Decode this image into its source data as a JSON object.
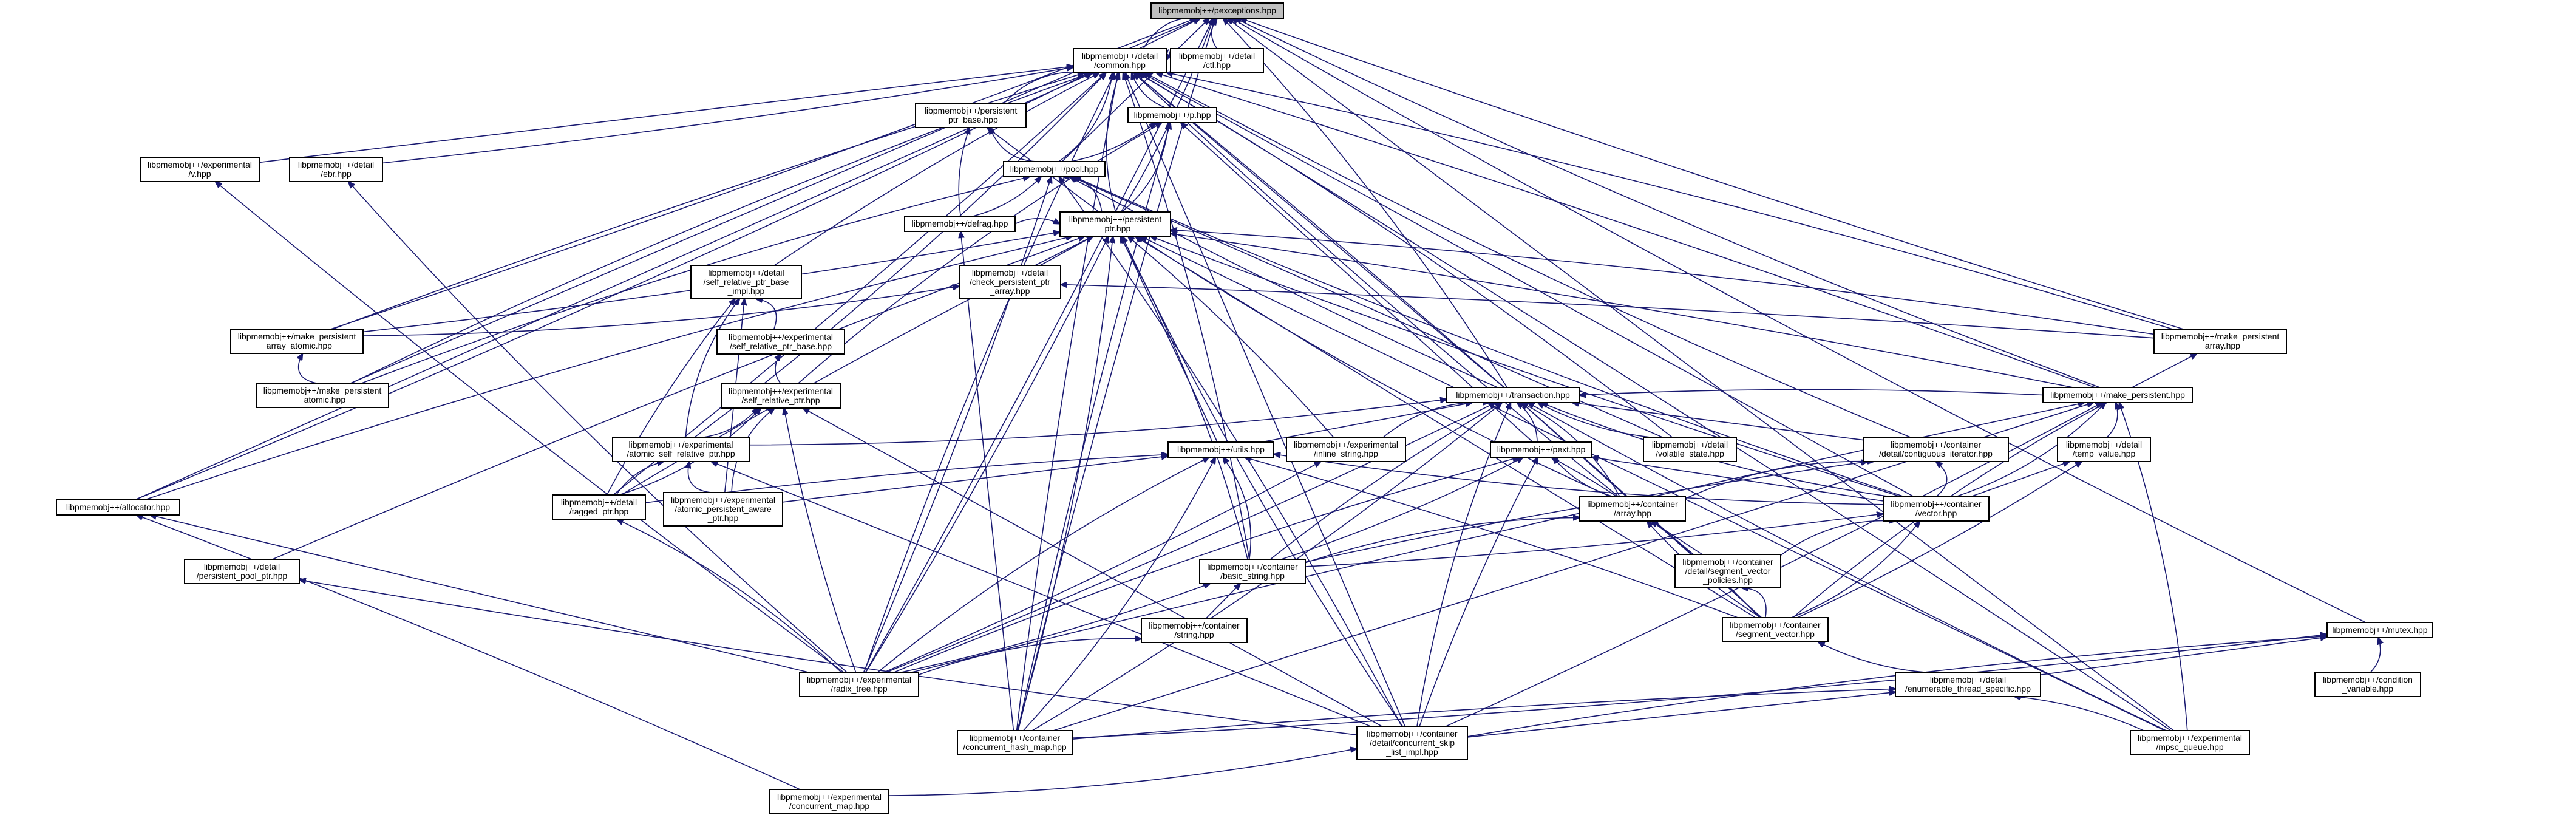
{
  "graph": {
    "title": "libpmemobj++/pexceptions.hpp include dependency graph",
    "edge_color": "#191970",
    "root_fill": "#bfbfbf",
    "node_fill": "#ffffff",
    "nodes": [
      {
        "id": "pexceptions",
        "label": [
          "libpmemobj++/pexceptions.hpp"
        ],
        "root": true
      },
      {
        "id": "common",
        "label": [
          "libpmemobj++/detail",
          "/common.hpp"
        ]
      },
      {
        "id": "ctl",
        "label": [
          "libpmemobj++/detail",
          "/ctl.hpp"
        ]
      },
      {
        "id": "persistent_ptr_base",
        "label": [
          "libpmemobj++/persistent",
          "_ptr_base.hpp"
        ]
      },
      {
        "id": "p",
        "label": [
          "libpmemobj++/p.hpp"
        ]
      },
      {
        "id": "v",
        "label": [
          "libpmemobj++/experimental",
          "/v.hpp"
        ]
      },
      {
        "id": "ebr",
        "label": [
          "libpmemobj++/detail",
          "/ebr.hpp"
        ]
      },
      {
        "id": "pool",
        "label": [
          "libpmemobj++/pool.hpp"
        ]
      },
      {
        "id": "defrag",
        "label": [
          "libpmemobj++/defrag.hpp"
        ]
      },
      {
        "id": "persistent_ptr",
        "label": [
          "libpmemobj++/persistent",
          "_ptr.hpp"
        ]
      },
      {
        "id": "self_relative_ptr_base_impl",
        "label": [
          "libpmemobj++/detail",
          "/self_relative_ptr_base",
          "_impl.hpp"
        ]
      },
      {
        "id": "check_persistent_ptr_array",
        "label": [
          "libpmemobj++/detail",
          "/check_persistent_ptr",
          "_array.hpp"
        ]
      },
      {
        "id": "make_persistent_array_atomic",
        "label": [
          "libpmemobj++/make_persistent",
          "_array_atomic.hpp"
        ]
      },
      {
        "id": "self_relative_ptr_base",
        "label": [
          "libpmemobj++/experimental",
          "/self_relative_ptr_base.hpp"
        ]
      },
      {
        "id": "make_persistent_array",
        "label": [
          "libpmemobj++/make_persistent",
          "_array.hpp"
        ]
      },
      {
        "id": "make_persistent_atomic",
        "label": [
          "libpmemobj++/make_persistent",
          "_atomic.hpp"
        ]
      },
      {
        "id": "self_relative_ptr",
        "label": [
          "libpmemobj++/experimental",
          "/self_relative_ptr.hpp"
        ]
      },
      {
        "id": "transaction",
        "label": [
          "libpmemobj++/transaction.hpp"
        ]
      },
      {
        "id": "make_persistent",
        "label": [
          "libpmemobj++/make_persistent.hpp"
        ]
      },
      {
        "id": "atomic_self_relative_ptr",
        "label": [
          "libpmemobj++/experimental",
          "/atomic_self_relative_ptr.hpp"
        ]
      },
      {
        "id": "inline_string",
        "label": [
          "libpmemobj++/experimental",
          "/inline_string.hpp"
        ]
      },
      {
        "id": "volatile_state",
        "label": [
          "libpmemobj++/detail",
          "/volatile_state.hpp"
        ]
      },
      {
        "id": "contiguous_iterator",
        "label": [
          "libpmemobj++/container",
          "/detail/contiguous_iterator.hpp"
        ]
      },
      {
        "id": "temp_value",
        "label": [
          "libpmemobj++/detail",
          "/temp_value.hpp"
        ]
      },
      {
        "id": "utils",
        "label": [
          "libpmemobj++/utils.hpp"
        ]
      },
      {
        "id": "pext",
        "label": [
          "libpmemobj++/pext.hpp"
        ]
      },
      {
        "id": "allocator",
        "label": [
          "libpmemobj++/allocator.hpp"
        ]
      },
      {
        "id": "tagged_ptr",
        "label": [
          "libpmemobj++/detail",
          "/tagged_ptr.hpp"
        ]
      },
      {
        "id": "atomic_persistent_aware_ptr",
        "label": [
          "libpmemobj++/experimental",
          "/atomic_persistent_aware",
          "_ptr.hpp"
        ]
      },
      {
        "id": "array",
        "label": [
          "libpmemobj++/container",
          "/array.hpp"
        ]
      },
      {
        "id": "vector",
        "label": [
          "libpmemobj++/container",
          "/vector.hpp"
        ]
      },
      {
        "id": "persistent_pool_ptr",
        "label": [
          "libpmemobj++/detail",
          "/persistent_pool_ptr.hpp"
        ]
      },
      {
        "id": "basic_string",
        "label": [
          "libpmemobj++/container",
          "/basic_string.hpp"
        ]
      },
      {
        "id": "segment_vector_policies",
        "label": [
          "libpmemobj++/container",
          "/detail/segment_vector",
          "_policies.hpp"
        ]
      },
      {
        "id": "string",
        "label": [
          "libpmemobj++/container",
          "/string.hpp"
        ]
      },
      {
        "id": "segment_vector",
        "label": [
          "libpmemobj++/container",
          "/segment_vector.hpp"
        ]
      },
      {
        "id": "mutex",
        "label": [
          "libpmemobj++/mutex.hpp"
        ]
      },
      {
        "id": "radix_tree",
        "label": [
          "libpmemobj++/experimental",
          "/radix_tree.hpp"
        ]
      },
      {
        "id": "enumerable_thread_specific",
        "label": [
          "libpmemobj++/detail",
          "/enumerable_thread_specific.hpp"
        ]
      },
      {
        "id": "condition_variable",
        "label": [
          "libpmemobj++/condition",
          "_variable.hpp"
        ]
      },
      {
        "id": "concurrent_hash_map",
        "label": [
          "libpmemobj++/container",
          "/concurrent_hash_map.hpp"
        ]
      },
      {
        "id": "concurrent_skip_list_impl",
        "label": [
          "libpmemobj++/container",
          "/detail/concurrent_skip",
          "_list_impl.hpp"
        ]
      },
      {
        "id": "mpsc_queue",
        "label": [
          "libpmemobj++/experimental",
          "/mpsc_queue.hpp"
        ]
      },
      {
        "id": "concurrent_map",
        "label": [
          "libpmemobj++/experimental",
          "/concurrent_map.hpp"
        ]
      }
    ],
    "edges": [
      [
        "common",
        "pexceptions"
      ],
      [
        "ctl",
        "pexceptions"
      ],
      [
        "pool",
        "pexceptions"
      ],
      [
        "persistent_ptr",
        "pexceptions"
      ],
      [
        "transaction",
        "pexceptions"
      ],
      [
        "make_persistent",
        "pexceptions"
      ],
      [
        "make_persistent_array",
        "pexceptions"
      ],
      [
        "make_persistent_atomic",
        "pexceptions"
      ],
      [
        "make_persistent_array_atomic",
        "pexceptions"
      ],
      [
        "allocator",
        "pexceptions"
      ],
      [
        "mutex",
        "pexceptions"
      ],
      [
        "concurrent_hash_map",
        "pexceptions"
      ],
      [
        "mpsc_queue",
        "pexceptions"
      ],
      [
        "radix_tree",
        "pexceptions"
      ],
      [
        "ctl",
        "common"
      ],
      [
        "persistent_ptr_base",
        "common"
      ],
      [
        "p",
        "common"
      ],
      [
        "v",
        "common"
      ],
      [
        "ebr",
        "common"
      ],
      [
        "pool",
        "common"
      ],
      [
        "persistent_ptr",
        "common"
      ],
      [
        "self_relative_ptr_base_impl",
        "common"
      ],
      [
        "transaction",
        "common"
      ],
      [
        "make_persistent",
        "common"
      ],
      [
        "make_persistent_array",
        "common"
      ],
      [
        "make_persistent_atomic",
        "common"
      ],
      [
        "make_persistent_array_atomic",
        "common"
      ],
      [
        "allocator",
        "common"
      ],
      [
        "tagged_ptr",
        "common"
      ],
      [
        "volatile_state",
        "common"
      ],
      [
        "contiguous_iterator",
        "common"
      ],
      [
        "array",
        "common"
      ],
      [
        "vector",
        "common"
      ],
      [
        "segment_vector",
        "common"
      ],
      [
        "basic_string",
        "common"
      ],
      [
        "radix_tree",
        "common"
      ],
      [
        "concurrent_hash_map",
        "common"
      ],
      [
        "concurrent_skip_list_impl",
        "common"
      ],
      [
        "mpsc_queue",
        "common"
      ],
      [
        "atomic_self_relative_ptr",
        "common"
      ],
      [
        "pool",
        "persistent_ptr_base"
      ],
      [
        "defrag",
        "persistent_ptr_base"
      ],
      [
        "persistent_ptr",
        "persistent_ptr_base"
      ],
      [
        "pool",
        "p"
      ],
      [
        "persistent_ptr",
        "p"
      ],
      [
        "self_relative_ptr",
        "p"
      ],
      [
        "concurrent_hash_map",
        "p"
      ],
      [
        "pext",
        "p"
      ],
      [
        "defrag",
        "pool"
      ],
      [
        "persistent_ptr",
        "pool"
      ],
      [
        "make_persistent_atomic",
        "pool"
      ],
      [
        "transaction",
        "pool"
      ],
      [
        "volatile_state",
        "pool"
      ],
      [
        "radix_tree",
        "pool"
      ],
      [
        "concurrent_skip_list_impl",
        "pool"
      ],
      [
        "vector",
        "pool"
      ],
      [
        "defrag",
        "persistent_ptr"
      ],
      [
        "check_persistent_ptr_array",
        "persistent_ptr"
      ],
      [
        "make_persistent",
        "persistent_ptr"
      ],
      [
        "make_persistent_array",
        "persistent_ptr"
      ],
      [
        "allocator",
        "persistent_ptr"
      ],
      [
        "tagged_ptr",
        "persistent_ptr"
      ],
      [
        "utils",
        "persistent_ptr"
      ],
      [
        "inline_string",
        "persistent_ptr"
      ],
      [
        "basic_string",
        "persistent_ptr"
      ],
      [
        "array",
        "persistent_ptr"
      ],
      [
        "vector",
        "persistent_ptr"
      ],
      [
        "segment_vector",
        "persistent_ptr"
      ],
      [
        "radix_tree",
        "persistent_ptr"
      ],
      [
        "concurrent_hash_map",
        "persistent_ptr"
      ],
      [
        "concurrent_skip_list_impl",
        "persistent_ptr"
      ],
      [
        "persistent_pool_ptr",
        "persistent_ptr"
      ],
      [
        "mpsc_queue",
        "persistent_ptr"
      ],
      [
        "make_persistent_array_atomic",
        "persistent_ptr"
      ],
      [
        "self_relative_ptr_base",
        "self_relative_ptr_base_impl"
      ],
      [
        "atomic_self_relative_ptr",
        "self_relative_ptr_base_impl"
      ],
      [
        "tagged_ptr",
        "self_relative_ptr_base_impl"
      ],
      [
        "atomic_persistent_aware_ptr",
        "self_relative_ptr_base_impl"
      ],
      [
        "make_persistent_array",
        "check_persistent_ptr_array"
      ],
      [
        "make_persistent_array_atomic",
        "check_persistent_ptr_array"
      ],
      [
        "make_persistent_atomic",
        "make_persistent_array_atomic"
      ],
      [
        "self_relative_ptr",
        "self_relative_ptr_base"
      ],
      [
        "make_persistent",
        "make_persistent_array"
      ],
      [
        "atomic_self_relative_ptr",
        "self_relative_ptr"
      ],
      [
        "tagged_ptr",
        "self_relative_ptr"
      ],
      [
        "atomic_persistent_aware_ptr",
        "self_relative_ptr"
      ],
      [
        "radix_tree",
        "self_relative_ptr"
      ],
      [
        "concurrent_skip_list_impl",
        "self_relative_ptr"
      ],
      [
        "make_persistent",
        "transaction"
      ],
      [
        "atomic_self_relative_ptr",
        "transaction"
      ],
      [
        "inline_string",
        "transaction"
      ],
      [
        "volatile_state",
        "transaction"
      ],
      [
        "utils",
        "transaction"
      ],
      [
        "pext",
        "transaction"
      ],
      [
        "array",
        "transaction"
      ],
      [
        "vector",
        "transaction"
      ],
      [
        "basic_string",
        "transaction"
      ],
      [
        "segment_vector",
        "transaction"
      ],
      [
        "radix_tree",
        "transaction"
      ],
      [
        "concurrent_hash_map",
        "transaction"
      ],
      [
        "concurrent_skip_list_impl",
        "transaction"
      ],
      [
        "mpsc_queue",
        "transaction"
      ],
      [
        "contiguous_iterator",
        "transaction"
      ],
      [
        "temp_value",
        "make_persistent"
      ],
      [
        "vector",
        "make_persistent"
      ],
      [
        "segment_vector",
        "make_persistent"
      ],
      [
        "radix_tree",
        "make_persistent"
      ],
      [
        "concurrent_hash_map",
        "make_persistent"
      ],
      [
        "concurrent_skip_list_impl",
        "make_persistent"
      ],
      [
        "mpsc_queue",
        "make_persistent"
      ],
      [
        "atomic_persistent_aware_ptr",
        "atomic_self_relative_ptr"
      ],
      [
        "tagged_ptr",
        "atomic_self_relative_ptr"
      ],
      [
        "concurrent_skip_list_impl",
        "atomic_self_relative_ptr"
      ],
      [
        "radix_tree",
        "inline_string"
      ],
      [
        "vector",
        "contiguous_iterator"
      ],
      [
        "array",
        "contiguous_iterator"
      ],
      [
        "basic_string",
        "contiguous_iterator"
      ],
      [
        "vector",
        "temp_value"
      ],
      [
        "segment_vector",
        "temp_value"
      ],
      [
        "basic_string",
        "utils"
      ],
      [
        "radix_tree",
        "utils"
      ],
      [
        "tagged_ptr",
        "utils"
      ],
      [
        "atomic_persistent_aware_ptr",
        "utils"
      ],
      [
        "segment_vector",
        "utils"
      ],
      [
        "concurrent_hash_map",
        "utils"
      ],
      [
        "vector",
        "utils"
      ],
      [
        "array",
        "pext"
      ],
      [
        "vector",
        "pext"
      ],
      [
        "basic_string",
        "pext"
      ],
      [
        "segment_vector",
        "pext"
      ],
      [
        "radix_tree",
        "pext"
      ],
      [
        "concurrent_skip_list_impl",
        "pext"
      ],
      [
        "radix_tree",
        "allocator"
      ],
      [
        "concurrent_map",
        "allocator"
      ],
      [
        "radix_tree",
        "tagged_ptr"
      ],
      [
        "basic_string",
        "array"
      ],
      [
        "segment_vector",
        "array"
      ],
      [
        "segment_vector_policies",
        "array"
      ],
      [
        "basic_string",
        "vector"
      ],
      [
        "segment_vector",
        "vector"
      ],
      [
        "segment_vector_policies",
        "vector"
      ],
      [
        "concurrent_skip_list_impl",
        "persistent_pool_ptr"
      ],
      [
        "string",
        "basic_string"
      ],
      [
        "radix_tree",
        "basic_string"
      ],
      [
        "segment_vector",
        "segment_vector_policies"
      ],
      [
        "radix_tree",
        "string"
      ],
      [
        "enumerable_thread_specific",
        "segment_vector"
      ],
      [
        "enumerable_thread_specific",
        "mutex"
      ],
      [
        "condition_variable",
        "mutex"
      ],
      [
        "concurrent_hash_map",
        "mutex"
      ],
      [
        "concurrent_skip_list_impl",
        "mutex"
      ],
      [
        "concurrent_hash_map",
        "enumerable_thread_specific"
      ],
      [
        "concurrent_skip_list_impl",
        "enumerable_thread_specific"
      ],
      [
        "mpsc_queue",
        "enumerable_thread_specific"
      ],
      [
        "concurrent_map",
        "concurrent_skip_list_impl"
      ],
      [
        "radix_tree",
        "ebr"
      ],
      [
        "radix_tree",
        "v"
      ],
      [
        "concurrent_hash_map",
        "defrag"
      ]
    ]
  }
}
